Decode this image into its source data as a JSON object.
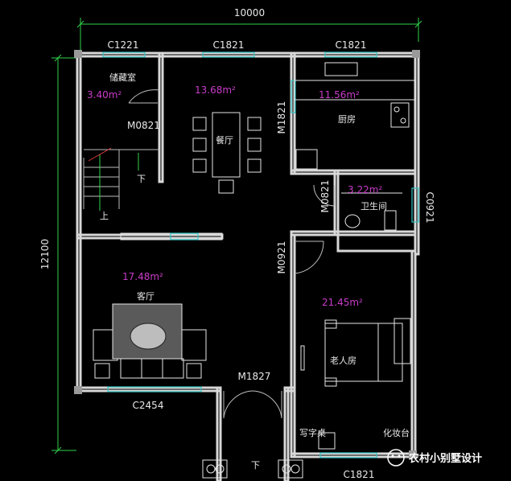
{
  "dimensions": {
    "width_total": "10000",
    "height_total": "12100"
  },
  "openings": {
    "c1221": "C1221",
    "c1821_top": "C1821",
    "c1821_right": "C1821",
    "m0821_storage": "M0821",
    "m1821": "M1821",
    "m0821_bath": "M0821",
    "c0921": "C0921",
    "m0921": "M0921",
    "m1827": "M1827",
    "c2454": "C2454",
    "c1821_bottom": "C1821"
  },
  "rooms": {
    "storage": {
      "label": "储藏室",
      "area": "3.40m²"
    },
    "dining": {
      "label": "餐厅",
      "area": "13.68m²"
    },
    "kitchen": {
      "label": "厨房",
      "area": "11.56m²"
    },
    "bathroom": {
      "label": "卫生间",
      "area": "3.22m²"
    },
    "living": {
      "label": "客厅",
      "area": "17.48m²"
    },
    "elder_room": {
      "label": "老人房",
      "area": "21.45m²"
    }
  },
  "stair": {
    "up": "上",
    "down": "下"
  },
  "entry": {
    "down": "下"
  },
  "furniture": {
    "desk": "写字桌",
    "vanity": "化妆台"
  },
  "watermark": {
    "text": "农村小别墅设计"
  },
  "colors": {
    "background": "#000000",
    "wall": "#d8d8d8",
    "dimension": "#2fd24a",
    "window": "#33c6c6",
    "area": "#c83cc8",
    "label": "#e8e8e8"
  }
}
